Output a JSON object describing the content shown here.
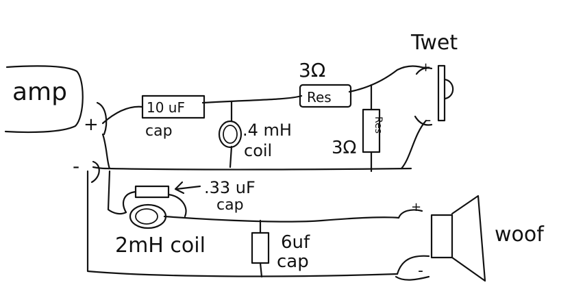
{
  "colors": {
    "ink": "#111111",
    "background": "#ffffff"
  },
  "labels": {
    "amp": "amp",
    "amp_plus": "+",
    "amp_minus": "-",
    "tweeter": "Twet",
    "tweeter_plus": "+",
    "tweeter_minus": "-",
    "woofer": "woof",
    "woofer_plus": "+",
    "woofer_minus": "-",
    "cap_10uf_value": "10 uF",
    "cap_10uf_name": "cap",
    "coil_04_value": ".4 mH",
    "coil_04_name": "coil",
    "res_series_value": "3Ω",
    "res_series_body": "Res",
    "res_shunt_value": "3Ω",
    "res_shunt_body": "Res",
    "cap_033_value": ".33 uF",
    "cap_033_name": "cap",
    "coil_2mh": "2mH coil",
    "cap_6uf_value": "6uf",
    "cap_6uf_name": "cap"
  }
}
